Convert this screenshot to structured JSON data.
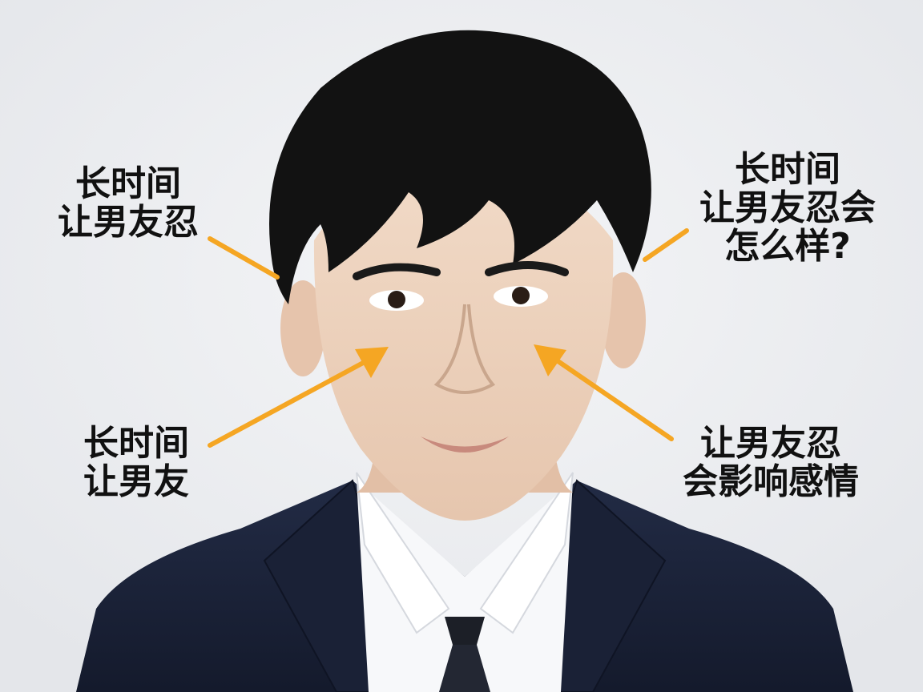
{
  "labels": {
    "top_left": [
      "长时间",
      "让男友忍"
    ],
    "top_right": [
      "长时间",
      "让男友忍会",
      "怎么样?"
    ],
    "bottom_left": [
      "长时间",
      "让男友"
    ],
    "bottom_right": [
      "让男友忍",
      "会影响感情"
    ]
  },
  "colors": {
    "arrow": "#f5a623",
    "text": "#111111",
    "background": "#eceef1",
    "suit": "#1b2238",
    "hair": "#121212",
    "skin": "#ecd2bd"
  }
}
